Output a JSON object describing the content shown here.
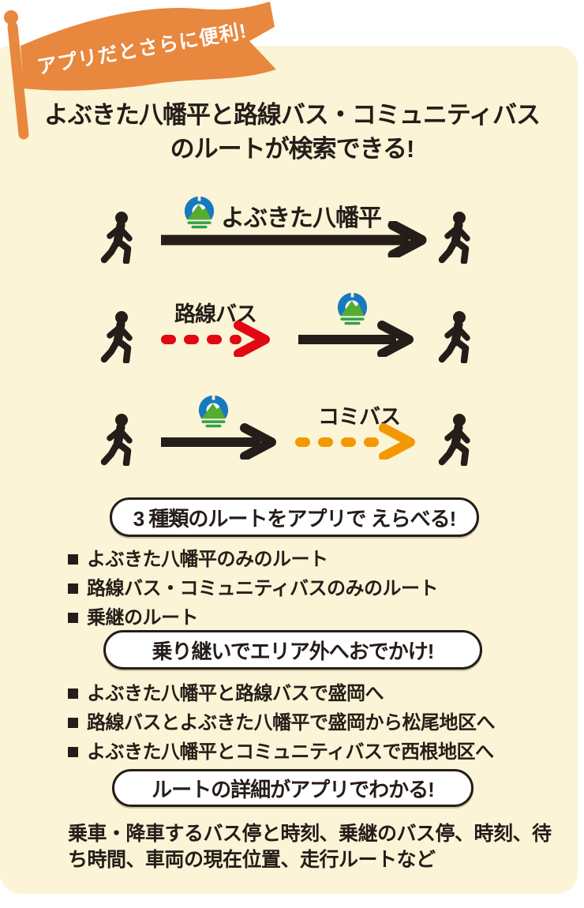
{
  "banner": {
    "text": "アプリだとさらに便利!",
    "bg_color": "#E8873E",
    "text_color": "#FFFFFF"
  },
  "title": {
    "line1": "よぶきた八幡平と路線バス・コミュニティバス",
    "line2": "のルートが検索できる!"
  },
  "diagram": {
    "rows": [
      {
        "service_label": "よぶきた八幡平",
        "arrow": "solid-black-with-city-logo",
        "from": "walking-person",
        "to": "walking-person"
      },
      {
        "service_label": "路線バス",
        "arrow1": "dashed-red",
        "arrow2": "solid-black-with-city-logo",
        "from": "walking-person",
        "to": "walking-person"
      },
      {
        "service_label": "コミバス",
        "arrow1": "solid-black-with-city-logo",
        "arrow2": "dashed-orange",
        "from": "walking-person",
        "to": "walking-person"
      }
    ]
  },
  "sections": [
    {
      "heading": "3 種類のルートをアプリで えらべる!",
      "items": [
        "よぶきた八幡平のみのルート",
        "路線バス・コミュニティバスのみのルート",
        "乗継のルート"
      ]
    },
    {
      "heading": "乗り継いでエリア外へおでかけ!",
      "items": [
        "よぶきた八幡平と路線バスで盛岡へ",
        "路線バスとよぶきた八幡平で盛岡から松尾地区へ",
        "よぶきた八幡平とコミュニティバスで西根地区へ"
      ]
    },
    {
      "heading": "ルートの詳細がアプリでわかる!",
      "description": "乗車・降車するバス停と時刻、乗継のバス停、時刻、待ち時間、車両の現在位置、走行ルートなど"
    }
  ],
  "colors": {
    "background": "#FFFFFF",
    "card": "#FBF4D6",
    "ink": "#241D19",
    "flag_orange": "#E8873E",
    "route_bus_red": "#E30613",
    "community_bus_orange": "#F39800",
    "logo_blue": "#1779BF",
    "logo_mountain_green": "#55AC31",
    "logo_wave_green": "#33A146"
  },
  "icons": {
    "walker": "walking-person-icon",
    "logo": "hachimantai-city-logo-icon",
    "flag": "flag-banner-icon"
  }
}
